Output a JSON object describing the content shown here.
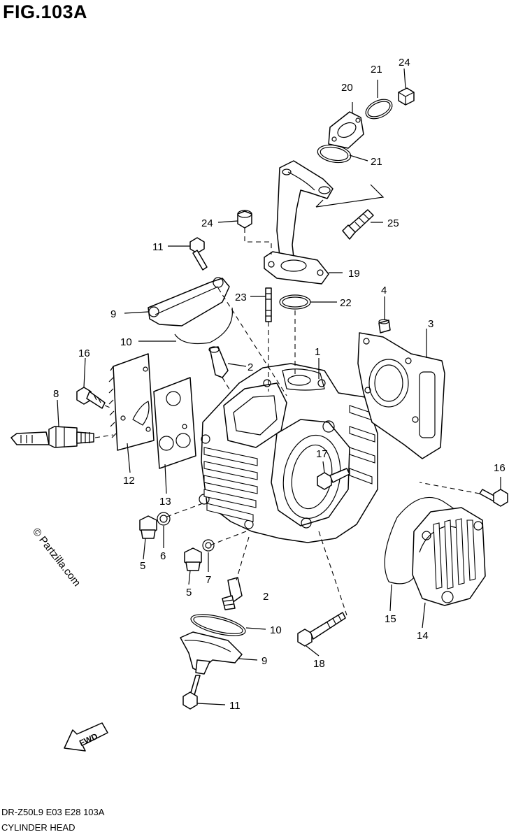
{
  "title": "FIG.103A",
  "footer": {
    "code": "DR-Z50L9  E03  E28  103A",
    "name": "CYLINDER HEAD"
  },
  "watermark": "© Partzilla.com",
  "fwd_label": "FWD",
  "callouts": {
    "c1": "1",
    "c2a": "2",
    "c2b": "2",
    "c3": "3",
    "c4": "4",
    "c5a": "5",
    "c5b": "5",
    "c6": "6",
    "c7": "7",
    "c8": "8",
    "c9a": "9",
    "c9b": "9",
    "c10a": "10",
    "c10b": "10",
    "c11a": "11",
    "c11b": "11",
    "c12": "12",
    "c13": "13",
    "c14": "14",
    "c15": "15",
    "c16a": "16",
    "c16b": "16",
    "c17": "17",
    "c18": "18",
    "c19": "19",
    "c20": "20",
    "c21a": "21",
    "c21b": "21",
    "c22": "22",
    "c23": "23",
    "c24a": "24",
    "c24b": "24",
    "c25": "25"
  }
}
